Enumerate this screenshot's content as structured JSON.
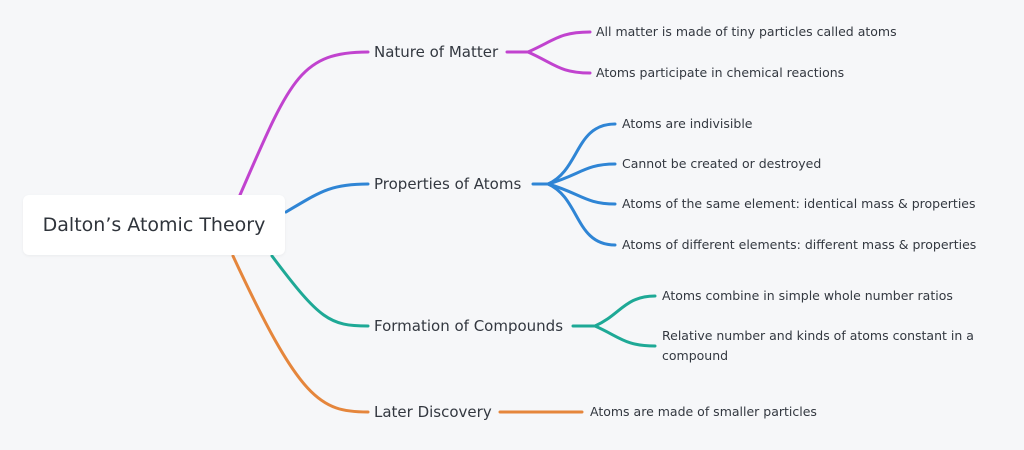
{
  "root": {
    "label": "Dalton’s Atomic Theory"
  },
  "colors": {
    "purple": "#c143cf",
    "blue": "#2f85d5",
    "teal": "#1ea996",
    "orange": "#e5863c",
    "background": "#f6f7f9"
  },
  "branches": [
    {
      "label": "Nature of Matter",
      "color": "purple",
      "children": [
        "All matter is made of tiny particles called atoms",
        "Atoms participate in chemical reactions"
      ]
    },
    {
      "label": "Properties of Atoms",
      "color": "blue",
      "children": [
        "Atoms are indivisible",
        "Cannot be created or destroyed",
        "Atoms of the same element: identical mass & properties",
        "Atoms of different elements: different mass & properties"
      ]
    },
    {
      "label": "Formation of Compounds",
      "color": "teal",
      "children": [
        "Atoms combine in simple whole number ratios",
        "Relative number and kinds of atoms constant in a compound"
      ]
    },
    {
      "label": "Later Discovery",
      "color": "orange",
      "children": [
        "Atoms are made of smaller particles"
      ]
    }
  ]
}
